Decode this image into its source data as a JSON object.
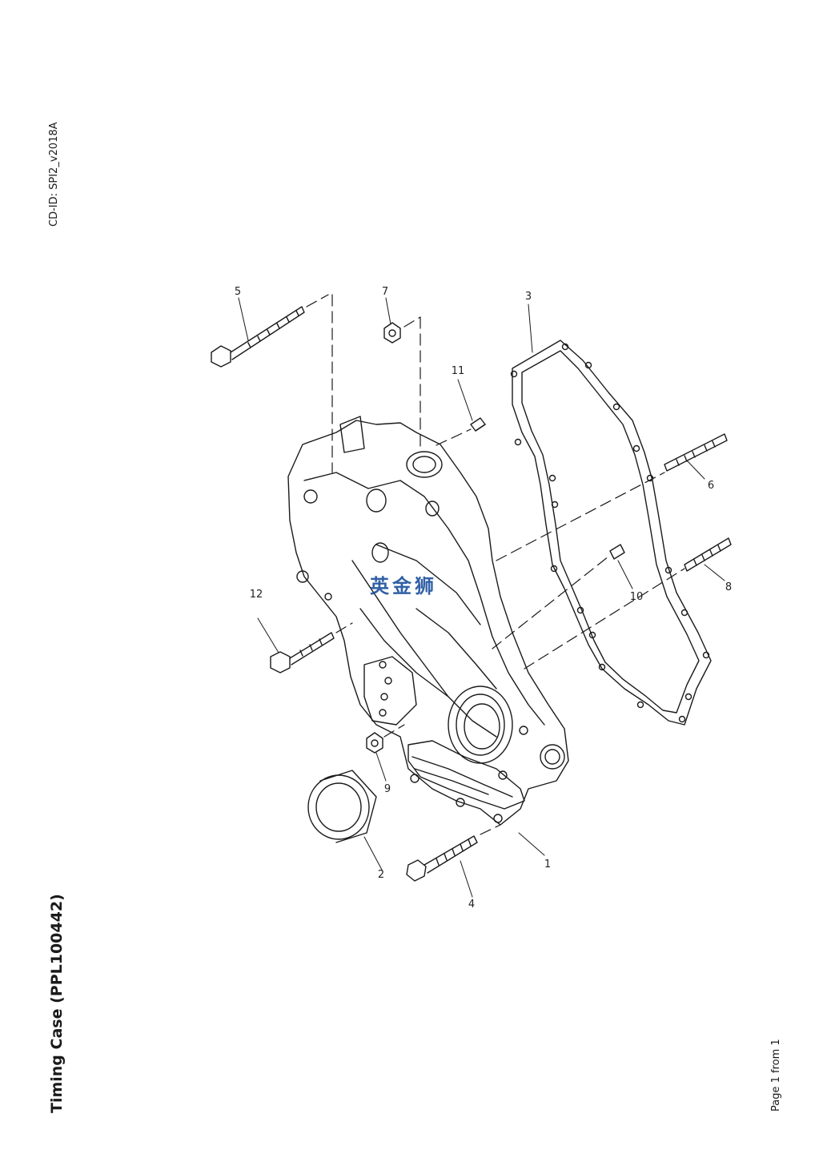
{
  "header": {
    "cd_id": "CD-ID: SPI2_v2018A"
  },
  "page_title": "Timing Case (PPL100442)",
  "footer": {
    "page_number": "Page 1 from 1"
  },
  "watermark": "英金狮",
  "callouts": {
    "c1": "1",
    "c2": "2",
    "c3": "3",
    "c4": "4",
    "c5": "5",
    "c6": "6",
    "c7": "7",
    "c8": "8",
    "c9": "9",
    "c10": "10",
    "c11": "11",
    "c12": "12"
  }
}
